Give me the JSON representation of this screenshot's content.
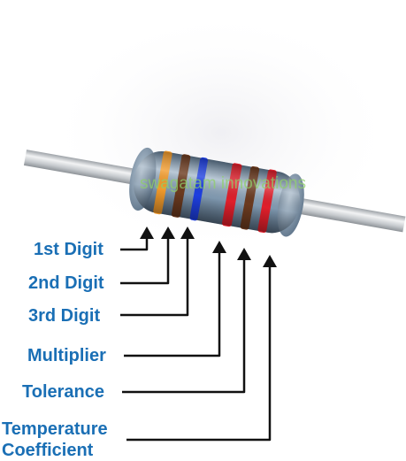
{
  "watermark": "swagatam innovations",
  "labels": {
    "first_digit": "1st Digit",
    "second_digit": "2nd Digit",
    "third_digit": "3rd Digit",
    "multiplier": "Multiplier",
    "tolerance": "Tolerance",
    "temperature_line1": "Temperature",
    "temperature_line2": "Coefficient"
  },
  "colors": {
    "label_text": "#1a6fb5",
    "body": "#7e97ae",
    "lead": "#c8cbcf",
    "pointer_lines": "#111111",
    "band_1st_digit": "#f29b2c",
    "band_2nd_digit": "#6b3a1f",
    "band_3rd_digit": "#1e3fe0",
    "band_multiplier": "#e01f2b",
    "band_tolerance": "#6b3a1f",
    "band_temp_coefficient": "#e01f2b"
  }
}
